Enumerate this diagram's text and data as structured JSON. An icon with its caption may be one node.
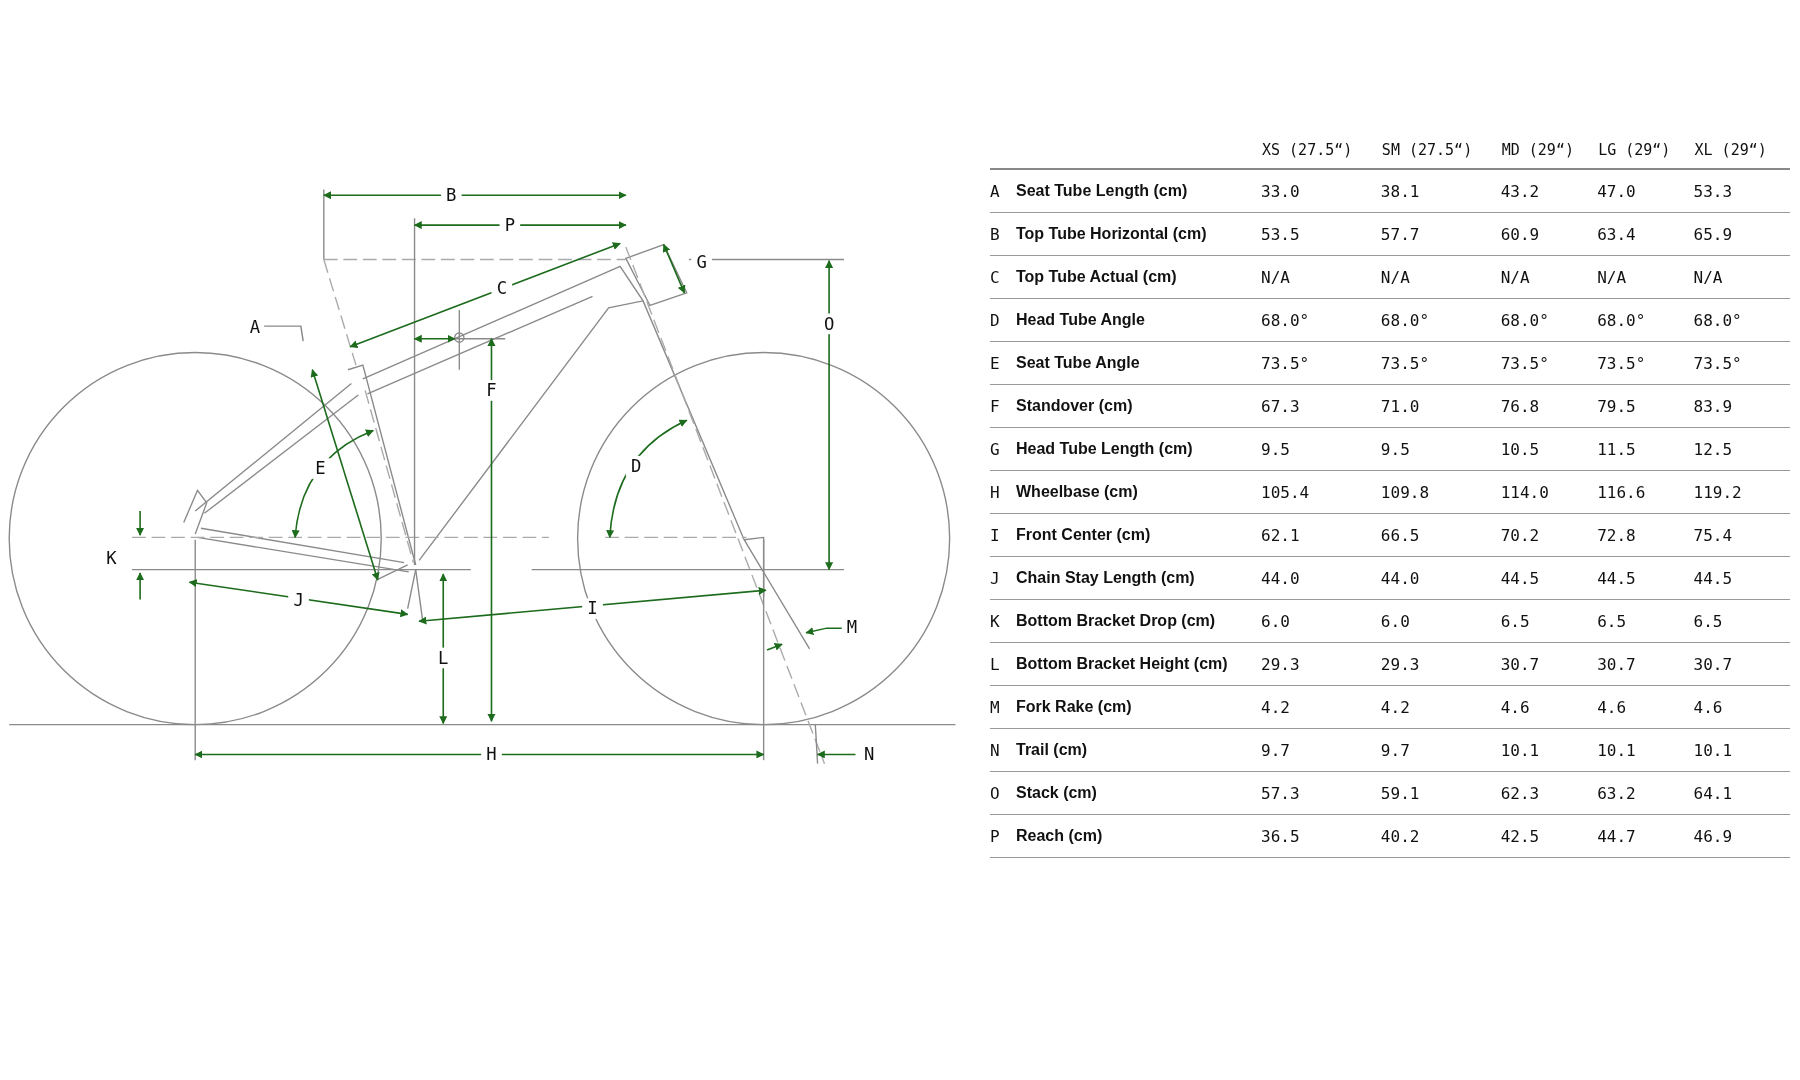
{
  "diagram": {
    "nodes": [
      {
        "text": [
          "A"
        ]
      },
      {
        "text": [
          "M"
        ]
      }
    ],
    "edges": [
      {
        "from": 0,
        "to": null,
        "arrow": "none"
      },
      {
        "from": 1,
        "to": null,
        "arrow": "to",
        "color": "#1d6b1d"
      }
    ],
    "labels": [
      "B",
      "P",
      "C",
      "G",
      "O",
      "F",
      "E",
      "D",
      "K",
      "J",
      "I",
      "L",
      "H",
      "N",
      "XS (27.5“)",
      "SM (27.5“)",
      "MD (29“)",
      "LG (29“)",
      "XL (29“)",
      "A",
      "Seat Tube Length (cm)",
      "33.0",
      "38.1",
      "43.2",
      "47.0",
      "53.3",
      "B",
      "Top Tube Horizontal (cm)",
      "53.5",
      "57.7",
      "60.9",
      "63.4",
      "65.9",
      "C",
      "Top Tube Actual (cm)",
      "N/A",
      "N/A",
      "N/A",
      "N/A",
      "N/A",
      "D",
      "Head Tube Angle",
      "68.0°",
      "68.0°",
      "68.0°",
      "68.0°",
      "68.0°",
      "E",
      "Seat Tube Angle",
      "73.5°",
      "73.5°",
      "73.5°",
      "73.5°",
      "73.5°",
      "F",
      "Standover (cm)",
      "67.3",
      "71.0",
      "76.8",
      "79.5",
      "83.9",
      "G",
      "Head Tube Length (cm)",
      "9.5",
      "9.5",
      "10.5",
      "11.5",
      "12.5",
      "H",
      "Wheelbase (cm)",
      "105.4",
      "109.8",
      "114.0",
      "116.6",
      "119.2",
      "I",
      "Front Center (cm)",
      "62.1",
      "66.5",
      "70.2",
      "72.8",
      "75.4",
      "J",
      "Chain Stay Length (cm)",
      "44.0",
      "44.0",
      "44.5",
      "44.5",
      "44.5",
      "K",
      "Bottom Bracket Drop (cm)",
      "6.0",
      "6.0",
      "6.5",
      "6.5",
      "6.5",
      "L",
      "Bottom Bracket Height (cm)",
      "29.3",
      "29.3",
      "30.7",
      "30.7",
      "30.7",
      "M",
      "Fork Rake (cm)",
      "4.2",
      "4.2",
      "4.6",
      "4.6",
      "4.6",
      "N",
      "Trail (cm)",
      "9.7",
      "9.7",
      "10.1",
      "10.1",
      "10.1",
      "O",
      "Stack (cm)",
      "57.3",
      "59.1",
      "62.3",
      "63.2",
      "64.1",
      "P",
      "Reach (cm)",
      "36.5",
      "40.2",
      "42.5",
      "44.7",
      "46.9"
    ]
  }
}
